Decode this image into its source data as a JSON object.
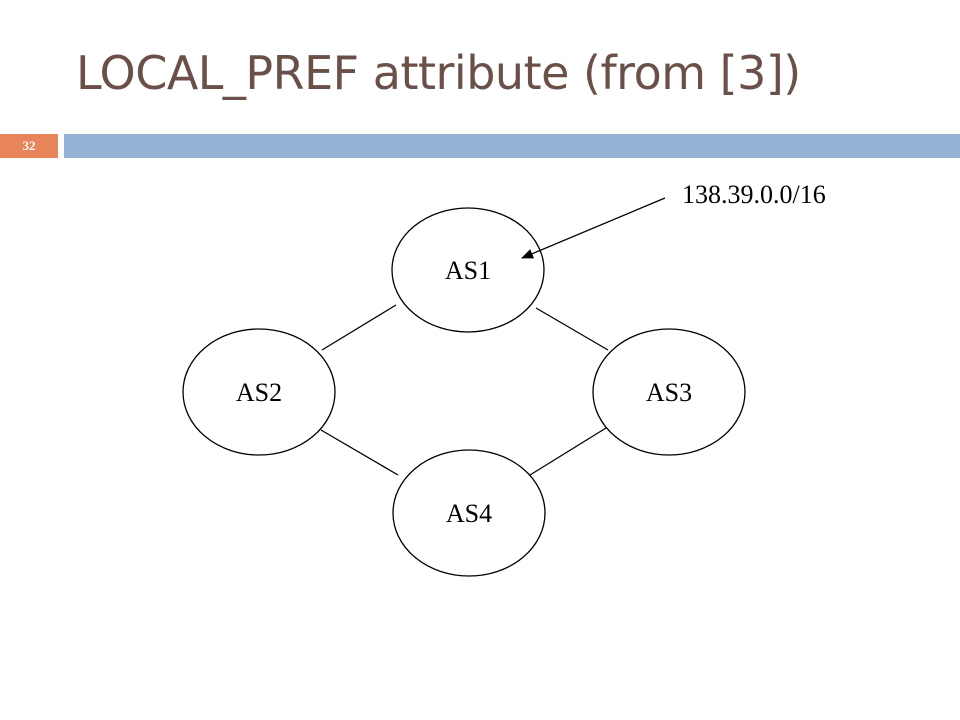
{
  "slide": {
    "title": "LOCAL_PREF attribute (from [3])",
    "number": "32"
  },
  "diagram": {
    "nodes": [
      {
        "id": "as1",
        "label": "AS1"
      },
      {
        "id": "as2",
        "label": "AS2"
      },
      {
        "id": "as3",
        "label": "AS3"
      },
      {
        "id": "as4",
        "label": "AS4"
      }
    ],
    "links": [
      {
        "from": "AS1",
        "to": "AS2"
      },
      {
        "from": "AS1",
        "to": "AS3"
      },
      {
        "from": "AS2",
        "to": "AS4"
      },
      {
        "from": "AS3",
        "to": "AS4"
      }
    ],
    "prefix": {
      "label": "138.39.0.0/16",
      "points_to": "AS1"
    }
  },
  "colors": {
    "title": "#6a5048",
    "number_box": "#e8845a",
    "bar": "#93b2d4"
  }
}
